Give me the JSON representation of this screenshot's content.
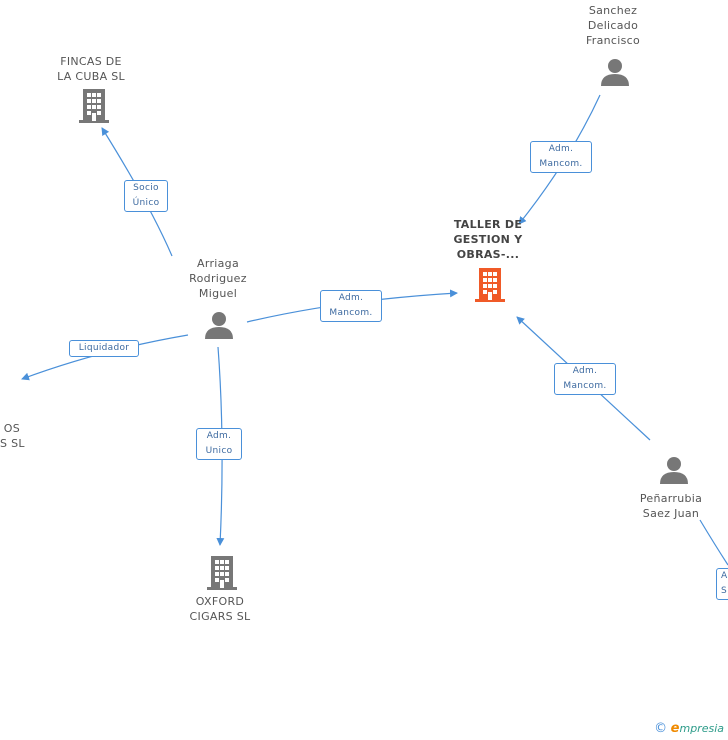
{
  "nodes": {
    "fincas": {
      "label": [
        "FINCAS DE",
        "LA CUBA SL"
      ],
      "icon": "building-icon"
    },
    "sanchez": {
      "label": [
        "Sanchez",
        "Delicado",
        "Francisco"
      ],
      "icon": "person-icon"
    },
    "taller": {
      "label": [
        "TALLER DE",
        "GESTION Y",
        "OBRAS-..."
      ],
      "icon": "building-icon-highlighted"
    },
    "arriaga": {
      "label": [
        "Arriaga",
        "Rodriguez",
        "Miguel"
      ],
      "icon": "person-icon"
    },
    "offscreen_company": {
      "label": [
        "OS",
        "S SL"
      ]
    },
    "oxford": {
      "label": [
        "OXFORD",
        "CIGARS SL"
      ],
      "icon": "building-icon"
    },
    "penarrubia": {
      "label": [
        "Peñarrubia",
        "Saez Juan"
      ],
      "icon": "person-icon"
    }
  },
  "edges": {
    "socio_unico": [
      "Socio",
      "Único"
    ],
    "adm_mancom_sanchez": [
      "Adm.",
      "Mancom."
    ],
    "adm_mancom_arriaga": [
      "Adm.",
      "Mancom."
    ],
    "liquidador": [
      "Liquidador"
    ],
    "adm_unico": [
      "Adm.",
      "Unico"
    ],
    "adm_mancom_penarrubia": [
      "Adm.",
      "Mancom."
    ],
    "partial_right": [
      "A",
      "S"
    ]
  },
  "colors": {
    "edge": "#4a90d9",
    "node_icon": "#777777",
    "focus_icon": "#f05a28"
  },
  "brand": {
    "copyright": "©",
    "initial": "e",
    "rest": "mpresia"
  }
}
